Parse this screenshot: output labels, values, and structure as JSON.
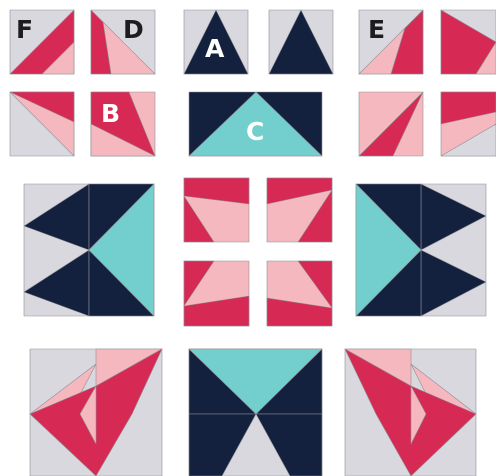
{
  "colors": {
    "gray": "#d9d8de",
    "navy": "#14213e",
    "crimson": "#d62a55",
    "pink": "#f6b8bf",
    "aqua": "#72cfcd",
    "label_dark": "#1d1d1d",
    "label_light": "#ffffff"
  },
  "labels": {
    "f": "F",
    "d": "D",
    "a": "A",
    "e": "E",
    "b": "B",
    "c": "C"
  }
}
